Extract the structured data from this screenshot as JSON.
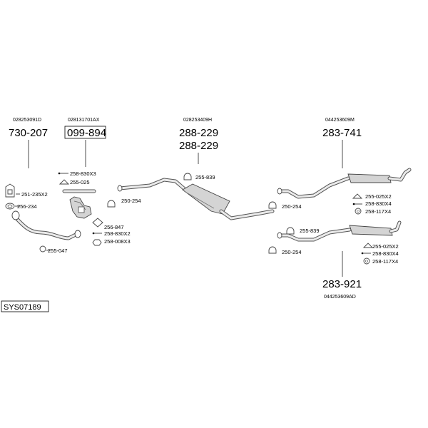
{
  "diagram": {
    "system_code": "SYS07189",
    "groups": [
      {
        "ref": "028253091D",
        "part": "730-207"
      },
      {
        "ref": "028131701AX",
        "part": "099-894"
      },
      {
        "ref": "028253409H",
        "part": "288-229",
        "part2": "288-229"
      },
      {
        "ref": "044253609M",
        "part": "283-741"
      },
      {
        "ref": "044253609AD",
        "part": "283-921"
      }
    ],
    "fittings": {
      "left_front": [
        "251-235X2",
        "256-234",
        "255-047"
      ],
      "cat": [
        "258-830X3",
        "255-025",
        "250-254",
        "256-847",
        "258-830X2",
        "258-008X3"
      ],
      "middle": [
        "255-839"
      ],
      "rear_upper": [
        "250-254",
        "255-025X2",
        "258-830X4",
        "258-117X4"
      ],
      "rear_lower": [
        "255-839",
        "250-254",
        "255-025X2",
        "258-830X4",
        "258-117X4"
      ]
    }
  }
}
